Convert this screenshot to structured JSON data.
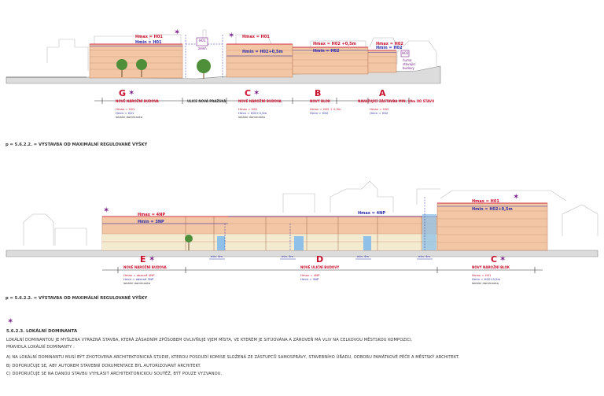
{
  "section1": {
    "caption": "p = 5.6.2.2. = VÝSTAVBA OD MAXIMÁLNÍ REGULOVANÉ VÝŠKY",
    "height_labels": [
      "Hmax = H01",
      "Hmin = H01",
      "Hmax = H01",
      "Hmin = H02+0,5m",
      "Hmax = H02 +0,5m",
      "Hmin = H02",
      "Hmax = H02",
      "Hmin = H02"
    ],
    "callouts": [
      "H01",
      "zeleň",
      "H02",
      "ňuma stávající budovy"
    ],
    "zones": [
      {
        "letter": "G",
        "title": "NOVÉ NÁROŽNÍ BUDOVA",
        "lines": [
          "Hmax = H01",
          "Hmin = H01",
          "lokální dominanta"
        ]
      },
      {
        "letter": "",
        "title": "ULICE NOVÁ PRAŽSKÁ",
        "lines": []
      },
      {
        "letter": "C",
        "title": "NOVÉ NÁROŽNÍ BUDOVA",
        "lines": [
          "Hmax = H01",
          "Hmin = H02+0,5m",
          "lokální dominanta"
        ]
      },
      {
        "letter": "B",
        "title": "NOVÝ BLOK",
        "lines": [
          "Hmax = H02 + 0,5m",
          "Hmin = H02"
        ]
      },
      {
        "letter": "A",
        "title": "NAVAZUJÍCÍ ZÁSTAVBA MIN. 10m OD STAVU",
        "lines": [
          "Hmax = H02",
          "Hmin = H02"
        ]
      }
    ]
  },
  "section2": {
    "caption": "p = 5.6.2.2. = VÝSTAVBA OD MAXIMÁLNÍ REGULOVANÉ VÝŠKY",
    "height_labels": [
      "Hmax = 4NP",
      "Hmin = 3NP",
      "Hmax = 4NP",
      "Hmax = H01",
      "Hmin = H02+0,5m"
    ],
    "openings": [
      "min. 4m",
      "min. 4m",
      "min. 4m",
      "min. 4m"
    ],
    "zones": [
      {
        "letter": "E",
        "title": "NOVÉ NÁROŽNÍ BUDOVA",
        "lines": [
          "Hmax = obecně 4NP",
          "Hmin = obecně 3NP",
          "lokální dominanta"
        ]
      },
      {
        "letter": "D",
        "title": "NOVÉ ULIČNÍ BUDOVY",
        "lines": [
          "Hmax = 4NP",
          "Hmin = 3NP"
        ]
      },
      {
        "letter": "C",
        "title": "NOVÝ NÁROŽNÍ BLOK",
        "lines": [
          "Hmax = H01",
          "Hmin = H02+0,5m",
          "lokální dominanta"
        ]
      }
    ]
  },
  "text": {
    "section_title": "5.6.2.3.  LOKÁLNÍ DOMINANTA",
    "paragraph": "LOKÁLNÍ DOMINANTOU JE MYŠLENA VÝRAZNÁ STAVBA, KTERÁ ZÁSADNÍM ZPŮSOBEM OVLIVŇUJE VJEM MÍSTA, VE KTERÉM JE SITUOVÁNA A ZÁROVEŇ MÁ VLIV NA CELKOVOU MĚSTSKOU KOMPOZICI.",
    "rules_title": "PRAVIDLA LOKÁLNÍ DOMINANTY :",
    "rule_a": "A) NA LOKÁLNÍ DOMINANTU MUSÍ BÝT ZHOTOVENA ARCHITEKTONICKÁ STUDIE, KTEROU POSOUDÍ KOMISE SLOŽENÁ ZE ZÁSTUPCŮ SAMOSPRÁVY, STAVEBNÍHO ÚŘADU, ODBORU PAMÁTKOVÉ PÉČE A MĚSTSKÝ ARCHITEKT.",
    "rule_b": "B) DOPORUČUJE SE, ABY AUTOREM STAVEBNÍ DOKUMENTACE BYL AUTORIZOVANÝ ARCHITEKT.",
    "rule_c": "C) DOPORUČUJE SE NA DANOU STAVBU VYHLÁSIT ARCHITEKTONICKOU SOUTĚŽ, BÝT POUZE VYZVANOU."
  },
  "colors": {
    "accent": "#c8102e",
    "purple": "#7a1f8c",
    "blue": "#2c2ca8",
    "facade": "#f3c6a6",
    "ground": "#9a9a9a"
  }
}
